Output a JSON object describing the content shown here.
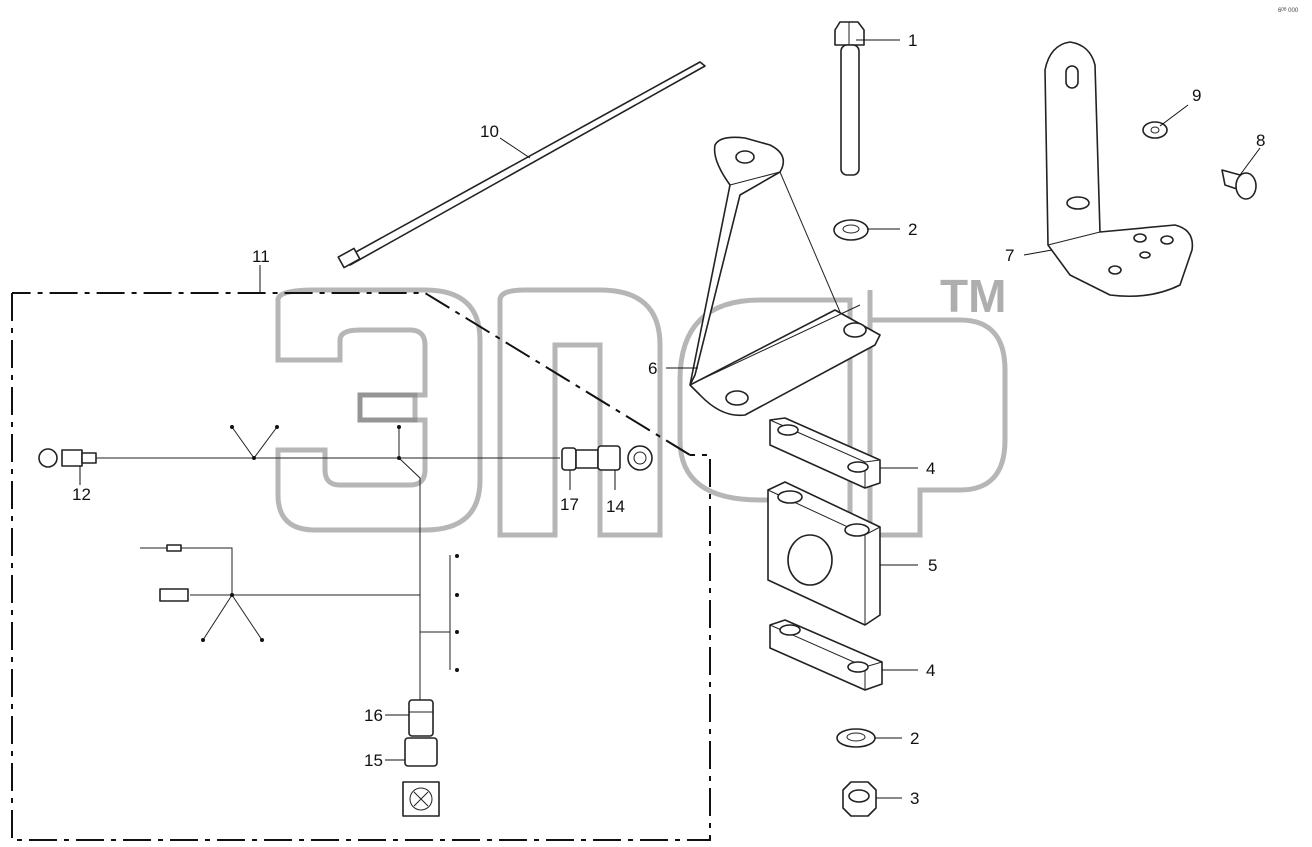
{
  "corner_text": "6ᴰᴮ 000",
  "watermark": {
    "trademark": "TM"
  },
  "callouts": {
    "c1": "1",
    "c2_top": "2",
    "c2_bottom": "2",
    "c3": "3",
    "c4_top": "4",
    "c4_bottom": "4",
    "c5": "5",
    "c6": "6",
    "c7": "7",
    "c8": "8",
    "c9": "9",
    "c10": "10",
    "c11": "11",
    "c12": "12",
    "c14": "14",
    "c15": "15",
    "c16": "16",
    "c17": "17"
  }
}
